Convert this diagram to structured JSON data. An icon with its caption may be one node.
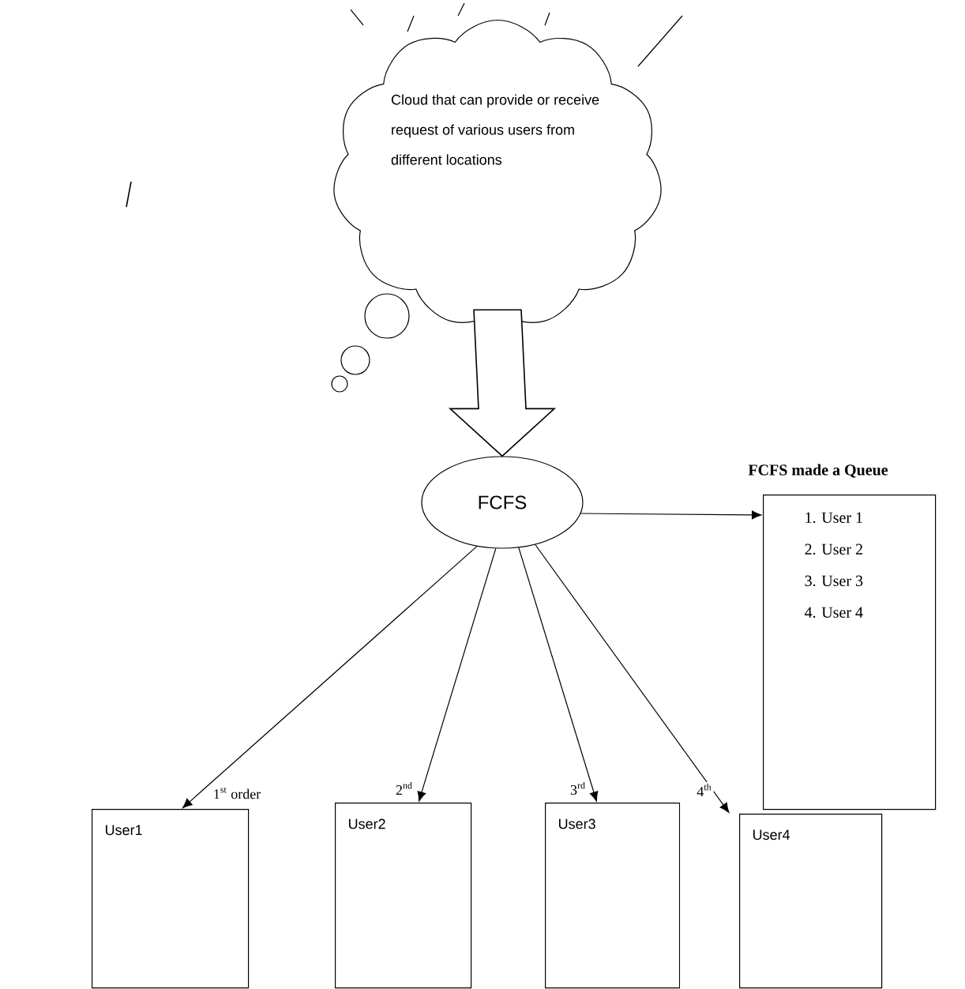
{
  "diagram": {
    "nodes": [
      {
        "text": [
          "Cloud that can provide or receive request of various users from different locations"
        ]
      },
      {
        "text": [
          "FCFS"
        ]
      },
      {
        "text": [
          "FCFS made a Queue",
          "1. User 1",
          "2. User 2",
          "3. User 3",
          "4. User 4"
        ]
      },
      {
        "text": [
          "User1"
        ]
      },
      {
        "text": [
          "User2"
        ]
      },
      {
        "text": [
          "User3"
        ]
      },
      {
        "text": [
          "User4"
        ]
      }
    ],
    "edges": [
      {
        "from": 0,
        "to": 1,
        "arrow": "to",
        "style": "thick"
      },
      {
        "from": 1,
        "to": 2,
        "arrow": "to"
      },
      {
        "from": 1,
        "to": 3,
        "arrow": "to",
        "label": "1$^{st}$ order"
      },
      {
        "from": 1,
        "to": 4,
        "arrow": "to",
        "label": "2$^{nd}$"
      },
      {
        "from": 1,
        "to": 5,
        "arrow": "to",
        "label": "3$^{rd}$"
      },
      {
        "from": 1,
        "to": 6,
        "arrow": "to",
        "label": "4$^{th}$"
      }
    ]
  }
}
